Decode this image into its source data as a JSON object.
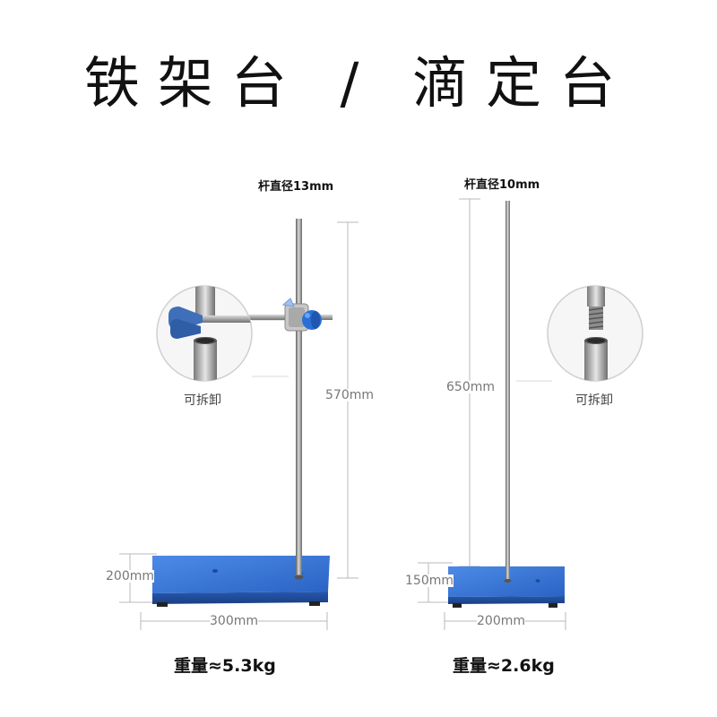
{
  "title": "铁架台 / 滴定台",
  "left_stand": {
    "rod_label": "杆直径13mm",
    "height_label": "570mm",
    "depth_label": "200mm",
    "width_label": "300mm",
    "detach_label": "可拆卸",
    "weight_label": "重量≈5.3kg"
  },
  "right_stand": {
    "rod_label": "杆直径10mm",
    "height_label": "650mm",
    "depth_label": "150mm",
    "width_label": "200mm",
    "detach_label": "可拆卸",
    "weight_label": "重量≈2.6kg"
  },
  "colors": {
    "base_blue": "#2f6fd0",
    "rod_steel": "#8a8a8a",
    "dimension_line": "#b8b8b8",
    "clamp_handle": "#2a6fd6"
  }
}
